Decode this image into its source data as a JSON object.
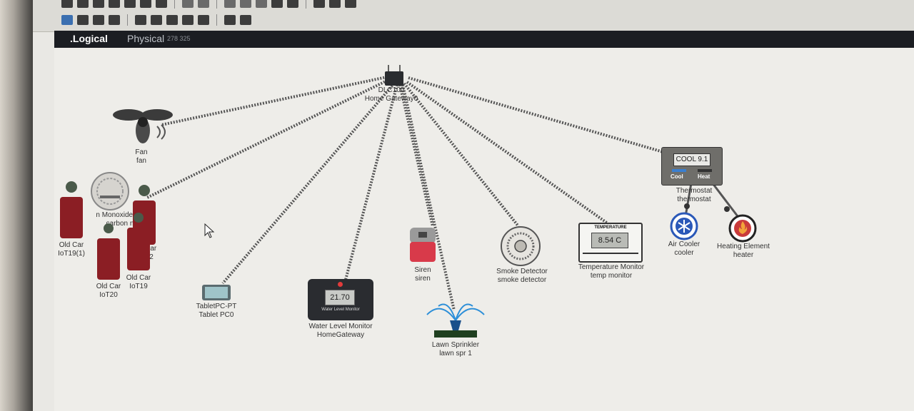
{
  "tabs": {
    "logical": ".Logical",
    "physical": "Physical",
    "coords": "278   325"
  },
  "toolbar": {
    "row1_icons": [
      "new-icon",
      "open-icon",
      "save-icon",
      "print-icon",
      "wizard-icon",
      "network-icon",
      "user-icon",
      "undo-icon",
      "redo-icon",
      "zoom-in-icon",
      "zoom-reset-icon",
      "zoom-out-icon",
      "palette-icon",
      "custom-device-icon",
      "tablet-icon",
      "note-icon",
      "picture-icon"
    ],
    "row2_icons": [
      "select-icon",
      "inspect-icon",
      "delete-icon",
      "resize-icon",
      "place-note-icon",
      "draw-line-icon",
      "rectangle-icon",
      "ellipse-icon",
      "freeform-icon",
      "pdu-simple-icon",
      "pdu-complex-icon"
    ]
  },
  "devices": {
    "gateway": {
      "type": "DLC100",
      "name": "Home Gateway0"
    },
    "fan": {
      "type": "Fan",
      "name": "fan"
    },
    "co_detector": {
      "type": "n Monoxide De",
      "name": "carbon n"
    },
    "car1": {
      "type": "Old Car",
      "name": "IoT19(1)"
    },
    "car2": {
      "type": "Old Car",
      "name": "IoT20"
    },
    "car3": {
      "type": "Old Car",
      "name": "IoT19"
    },
    "car4": {
      "type": "Old Car",
      "name": "IoT12"
    },
    "tablet": {
      "type": "TabletPC-PT",
      "name": "Tablet PC0"
    },
    "water": {
      "type": "Water Level Monitor",
      "name": "HomeGateway",
      "reading": "21.70",
      "caption": "Water Level Monitor"
    },
    "siren": {
      "type": "Siren",
      "name": "siren"
    },
    "sprinkler": {
      "type": "Lawn Sprinkler",
      "name": "lawn spr 1"
    },
    "smoke": {
      "type": "Smoke Detector",
      "name": "smoke detector"
    },
    "temp": {
      "type": "Temperature Monitor",
      "name": "temp monitor",
      "reading": "8.54 C",
      "caption": "TEMPERATURE"
    },
    "thermostat": {
      "type": "Thermostat",
      "name": "thermostat",
      "display": "COOL 9.1",
      "cool": "Cool",
      "heat": "Heat"
    },
    "cooler": {
      "type": "Air Cooler",
      "name": "cooler"
    },
    "heater": {
      "type": "Heating Element",
      "name": "heater"
    }
  },
  "colors": {
    "link": "#555555",
    "canvas": "#eeede9",
    "tabbar": "#1b1d22",
    "siren_red": "#d83a4a",
    "sprinkler_blue": "#2d8fd8"
  }
}
